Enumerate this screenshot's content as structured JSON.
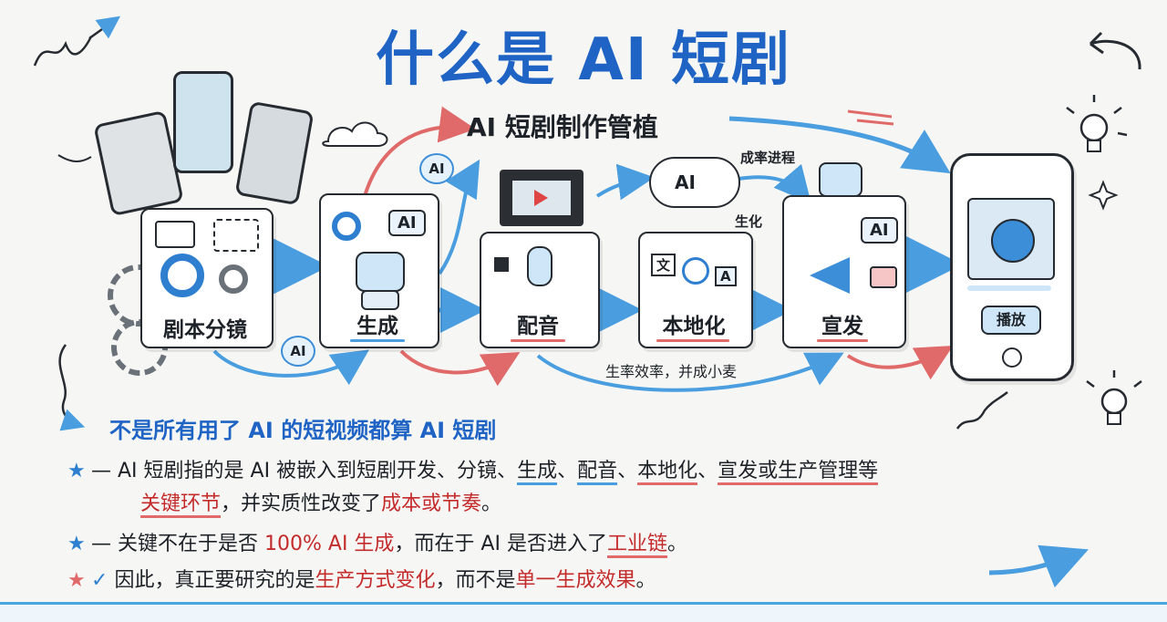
{
  "title": "什么是 AI 短剧",
  "pipeline_title": "AI 短剧制作管植",
  "stages": [
    {
      "label": "剧本分镜"
    },
    {
      "label": "生成"
    },
    {
      "label": "配音"
    },
    {
      "label": "本地化"
    },
    {
      "label": "宣发"
    }
  ],
  "annotations": {
    "rate_progress": "成率进程",
    "generate": "生化",
    "efficiency": "生率效率，并成小麦",
    "ai_chip": "AI",
    "play": "播放",
    "wen": "文",
    "latin_a": "A"
  },
  "subtitle": "不是所有用了 AI 的短视频都算 AI 短剧",
  "bullets": {
    "b1": {
      "dash": "— ",
      "p1": "AI 短剧指的是 AI 被嵌入到短剧开发、分镜、",
      "hl1": "生成",
      "sep1": "、",
      "hl2": "配音",
      "sep2": "、",
      "hl3": "本地化",
      "sep3": "、",
      "hl4": "宣发或生产管理等",
      "l2_hl": "关键环节",
      "l2_mid": "，并实质性改变了",
      "l2_red": "成本或节奏",
      "l2_end": "。"
    },
    "b2": {
      "dash": "— ",
      "p1": "关键不在于是否 ",
      "red1": "100% AI 生成",
      "p2": "，而在于 AI 是否进入了",
      "red2": "工业链",
      "end": "。"
    },
    "b3": {
      "check": "✓ ",
      "p1": "因此，真正要研究的是",
      "red1": "生产方式变化",
      "p2": "，而不是",
      "red2": "单一生成效果",
      "end": "。"
    }
  },
  "colors": {
    "accent": "#1f64c4",
    "highlight_red": "#c42b2b",
    "arrow_blue": "#4a9ee0"
  }
}
